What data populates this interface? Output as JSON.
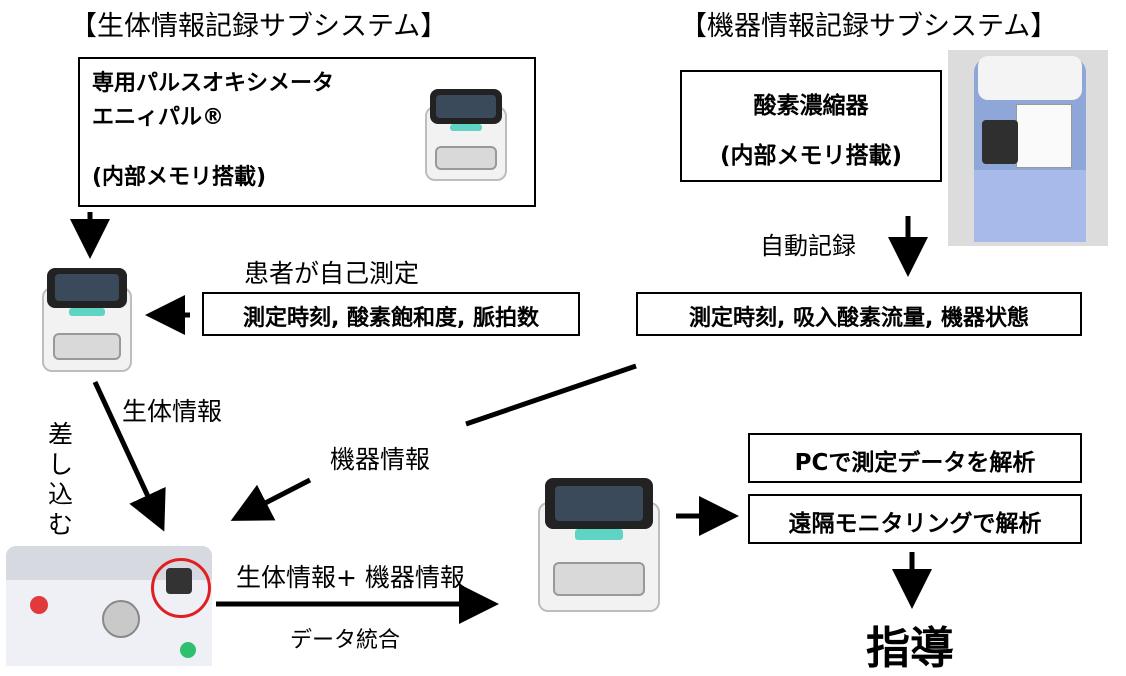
{
  "left_title": "【生体情報記録サブシステム】",
  "right_title": "【機器情報記録サブシステム】",
  "oximeter_box": {
    "line1": "専用パルスオキシメータ",
    "line2": "エニィパル®",
    "line3": "(内部メモリ搭載)"
  },
  "concentrator_box": {
    "line1": "酸素濃縮器",
    "line2": "(内部メモリ搭載)"
  },
  "self_measure_label": "患者が自己測定",
  "vitals_box": "測定時刻, 酸素飽和度, 脈拍数",
  "auto_record_label": "自動記録",
  "device_box": "測定時刻, 吸入酸素流量, 機器状態",
  "bio_info_label": "生体情報",
  "insert_label": "差し込む",
  "device_info_label": "機器情報",
  "combined_label": "生体情報+ 機器情報",
  "integration_label": "データ統合",
  "pc_box": "PCで測定データを解析",
  "remote_box": "遠隔モニタリングで解析",
  "guidance_label": "指導",
  "colors": {
    "line": "#000000",
    "highlight_circle": "#e02020"
  }
}
